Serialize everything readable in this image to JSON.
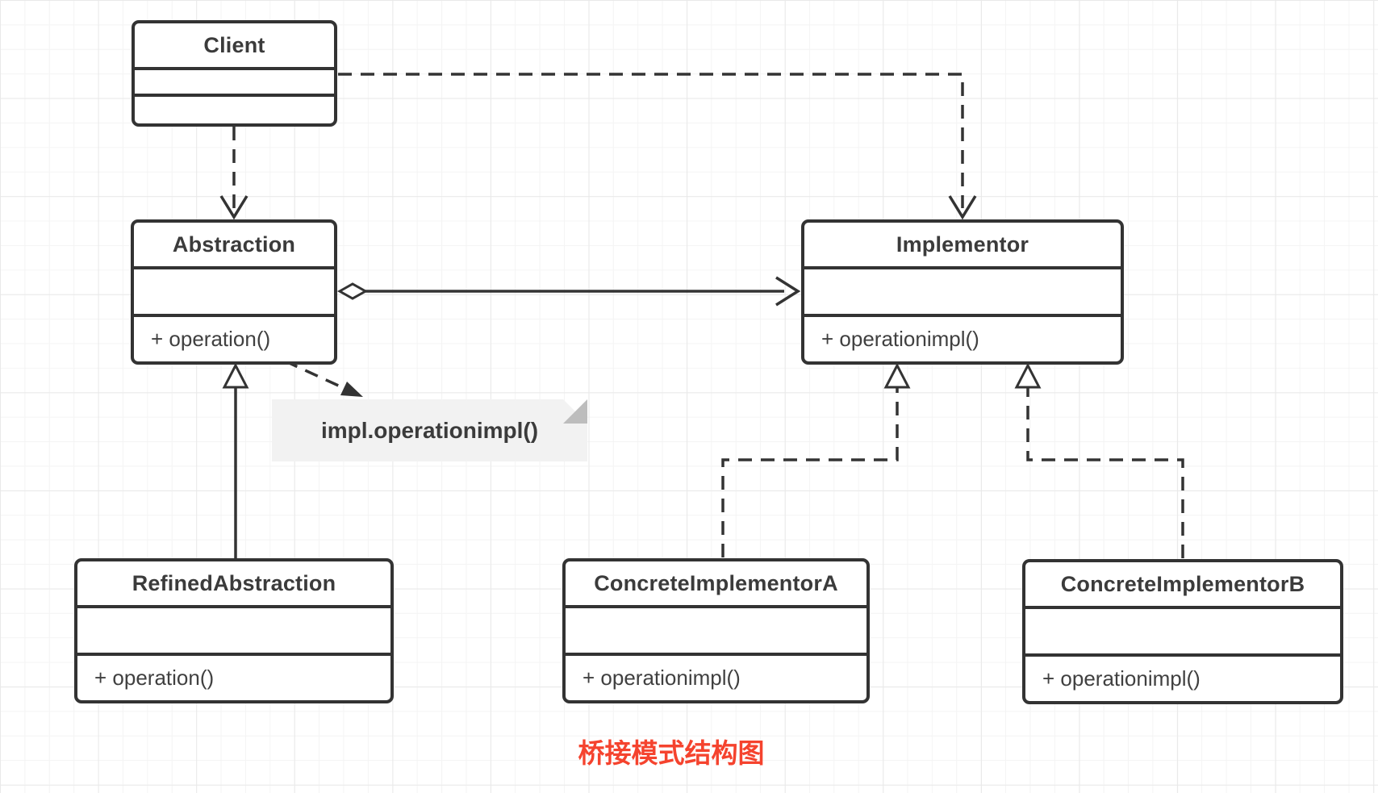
{
  "diagram": {
    "caption": "桥接模式结构图",
    "note": {
      "text": "impl.operationimpl()"
    },
    "classes": [
      {
        "name": "Client",
        "methods": []
      },
      {
        "name": "Abstraction",
        "methods": [
          "+ operation()"
        ]
      },
      {
        "name": "Implementor",
        "methods": [
          "+ operationimpl()"
        ]
      },
      {
        "name": "RefinedAbstraction",
        "methods": [
          "+ operation()"
        ]
      },
      {
        "name": "ConcreteImplementorA",
        "methods": [
          "+ operationimpl()"
        ]
      },
      {
        "name": "ConcreteImplementorB",
        "methods": [
          "+ operationimpl()"
        ]
      }
    ],
    "relationships": [
      {
        "from": "Client",
        "to": "Abstraction",
        "type": "dependency",
        "style": "dashed, open arrowhead"
      },
      {
        "from": "Client",
        "to": "Implementor",
        "type": "dependency",
        "style": "dashed, open arrowhead"
      },
      {
        "from": "Abstraction",
        "to": "Implementor",
        "type": "aggregation",
        "style": "solid, hollow diamond at source, open arrowhead at target"
      },
      {
        "from": "RefinedAbstraction",
        "to": "Abstraction",
        "type": "generalization",
        "style": "solid, hollow triangle arrowhead"
      },
      {
        "from": "ConcreteImplementorA",
        "to": "Implementor",
        "type": "realization",
        "style": "dashed, hollow triangle arrowhead"
      },
      {
        "from": "ConcreteImplementorB",
        "to": "Implementor",
        "type": "realization",
        "style": "dashed, hollow triangle arrowhead"
      },
      {
        "from": "Abstraction.operation()",
        "to": "note",
        "type": "note-link",
        "style": "dashed, filled arrowhead"
      }
    ],
    "colors": {
      "stroke": "#333333",
      "class_text": "#3b3b3b",
      "member_text": "#404040",
      "caption_red": "#f5432e",
      "note_background": "#f2f2f2",
      "note_fold": "#bdbdbd",
      "canvas_background": "#ffffff",
      "grid_minor": "#f4f4f4",
      "grid_major": "#e9e9e9"
    }
  }
}
